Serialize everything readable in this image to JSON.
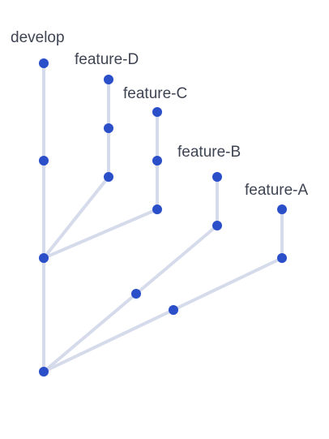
{
  "branches": {
    "develop": "develop",
    "feature_d": "feature-D",
    "feature_c": "feature-C",
    "feature_b": "feature-B",
    "feature_a": "feature-A"
  },
  "colors": {
    "line": "#d5dbeb",
    "commit": "#2b4fc8",
    "label": "#3e4452"
  }
}
